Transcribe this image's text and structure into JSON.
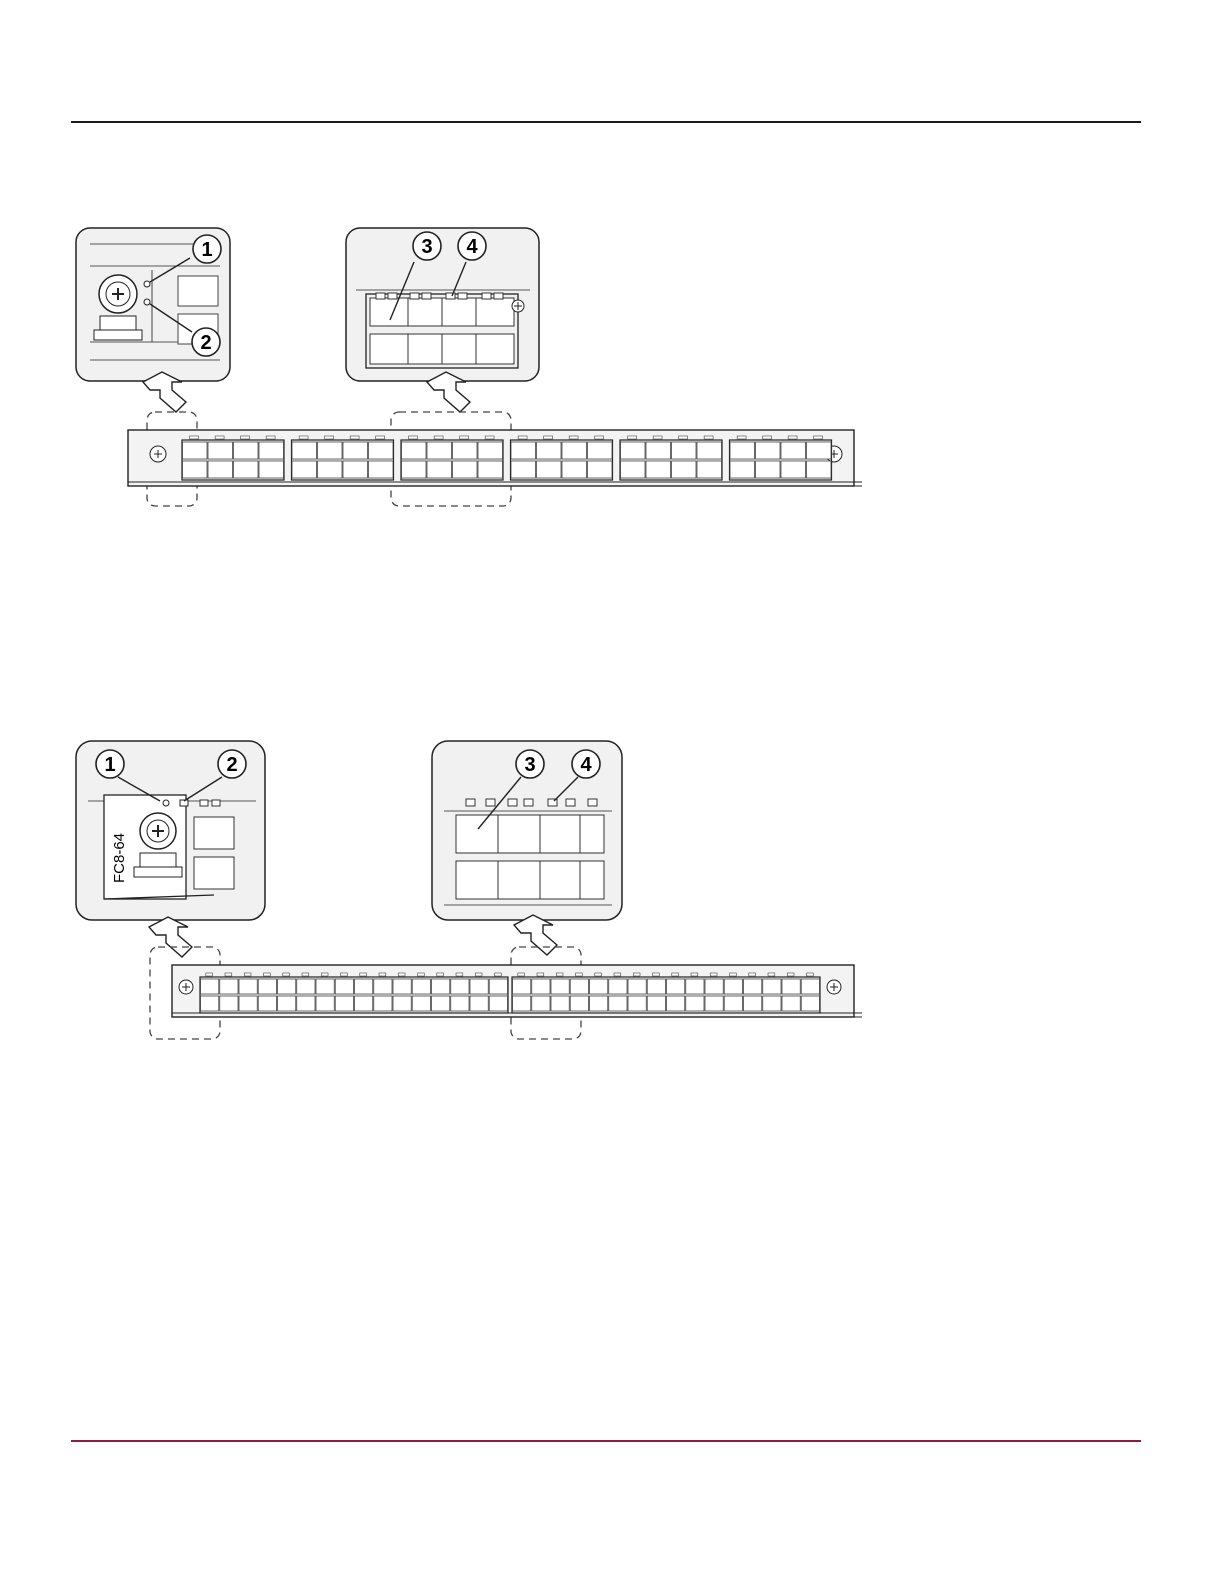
{
  "colors": {
    "top_rule": "#1a1a1a",
    "bottom_rule": "#8c1d40",
    "line_art": "#222222",
    "panel_fill": "#f1f1f1"
  },
  "figure_1": {
    "callouts": [
      "1",
      "2",
      "3",
      "4"
    ],
    "port_groups": 6,
    "ports_per_row_in_group": 4
  },
  "figure_2": {
    "callouts": [
      "1",
      "2",
      "3",
      "4"
    ],
    "blade_label": "FC8-64",
    "port_groups": 2,
    "ports_per_row_in_group": 16
  }
}
